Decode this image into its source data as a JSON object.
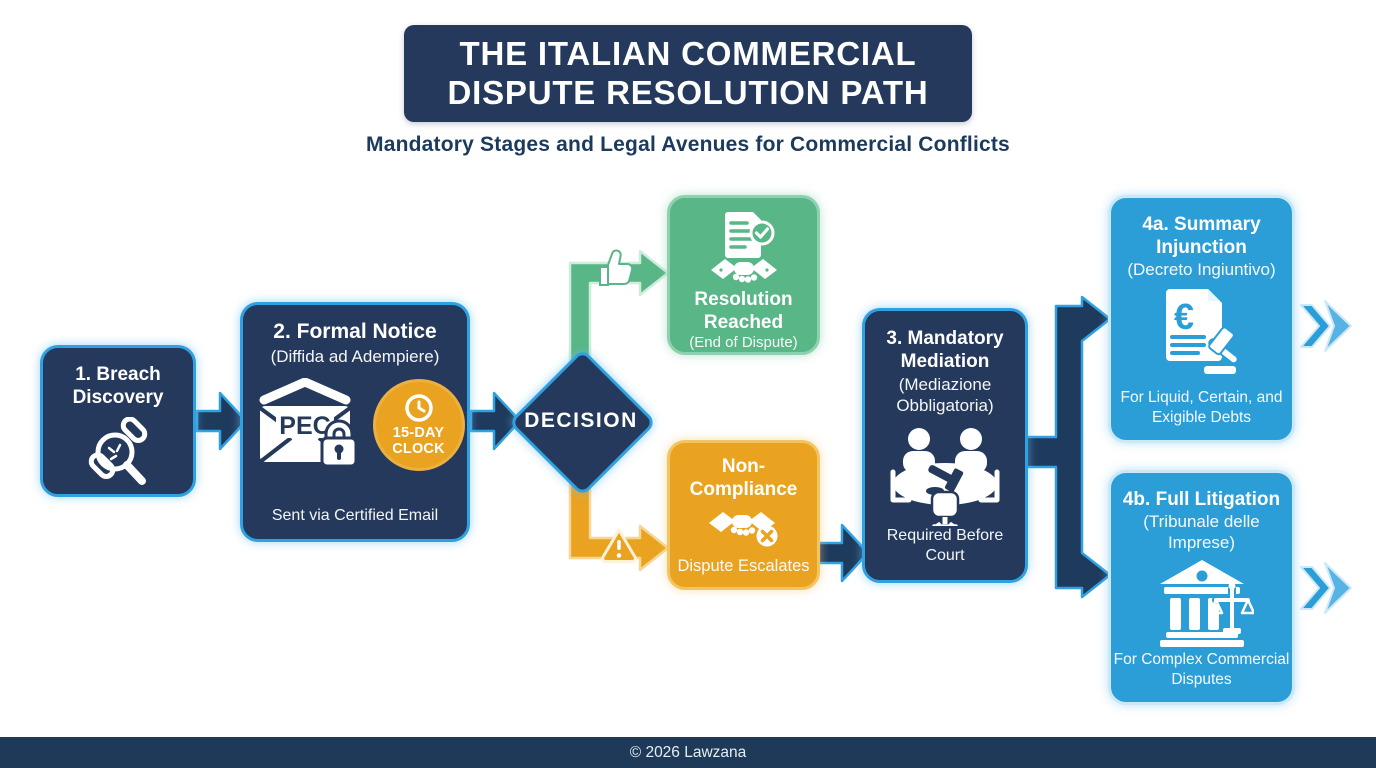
{
  "header": {
    "title_line1": "THE ITALIAN COMMERCIAL",
    "title_line2": "DISPUTE RESOLUTION PATH",
    "subtitle": "Mandatory Stages and Legal Avenues for Commercial Conflicts"
  },
  "nodes": {
    "breach": {
      "title": "1. Breach Discovery"
    },
    "formal_notice": {
      "title": "2. Formal Notice",
      "subtitle": "(Diffida ad Adempiere)",
      "pec": "PEC",
      "clock_line1": "15-DAY",
      "clock_line2": "CLOCK",
      "caption": "Sent via Certified Email"
    },
    "decision": {
      "label": "DECISION"
    },
    "resolution": {
      "title": "Resolution Reached",
      "subtitle": "(End of Dispute)"
    },
    "non_compliance": {
      "title": "Non-Compliance",
      "caption": "Dispute Escalates"
    },
    "mediation": {
      "title": "3. Mandatory Mediation",
      "subtitle": "(Mediazione Obbligatoria)",
      "caption": "Required Before Court"
    },
    "summary_injunction": {
      "title": "4a. Summary Injunction",
      "subtitle": "(Decreto Ingiuntivo)",
      "caption": "For Liquid, Certain, and Exigible Debts"
    },
    "full_litigation": {
      "title": "4b. Full Litigation",
      "subtitle": "(Tribunale delle Imprese)",
      "caption": "For Complex Commercial Disputes"
    }
  },
  "footer": {
    "copyright": "© 2026 Lawzana"
  },
  "icons": {
    "breach": "magnifier-over-broken-chain-icon",
    "formal_notice": "pec-envelope-lock-icon and 15-day-clock-icon",
    "resolution": "contract-check-handshake-icon",
    "non_compliance": "handshake-x-icon",
    "mediation": "mediation-table-gavel-icon",
    "summary_injunction": "euro-document-gavel-icon",
    "full_litigation": "courthouse-scales-icon",
    "yes_path": "thumbs-up-icon",
    "no_path": "warning-triangle-icon"
  },
  "colors": {
    "navy": "#24395B",
    "accent_blue": "#2FA1E3",
    "bright_blue": "#2B9ED8",
    "green": "#58B687",
    "orange": "#E9A321",
    "footer_navy": "#1F3A58"
  }
}
